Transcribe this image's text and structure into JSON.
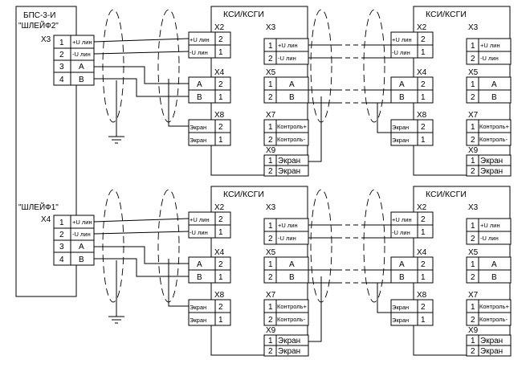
{
  "bps": {
    "title_line1": "БПС-3-И",
    "title_line2": "\"ШЛЕЙФ2\"",
    "loop1_title": "\"ШЛЕЙФ1\"",
    "x3": "X3",
    "x4": "X4",
    "pins": [
      {
        "num": "1",
        "label": "+U лин"
      },
      {
        "num": "2",
        "label": "-U лин"
      },
      {
        "num": "3",
        "label": "A"
      },
      {
        "num": "4",
        "label": "B"
      }
    ]
  },
  "ksi": {
    "title": "КСИ/КСГИ",
    "x2": "X2",
    "x3": "X3",
    "x4": "X4",
    "x5": "X5",
    "x7": "X7",
    "x8": "X8",
    "x9": "X9",
    "x2_rows": [
      {
        "label": "+U лин",
        "num": "2"
      },
      {
        "label": "-U лин",
        "num": "1"
      }
    ],
    "x4_rows": [
      {
        "label": "A",
        "num": "2"
      },
      {
        "label": "B",
        "num": "1"
      }
    ],
    "x8_rows": [
      {
        "label": "Экран",
        "num": "2"
      },
      {
        "label": "Экран",
        "num": "1"
      }
    ],
    "x3_rows": [
      {
        "num": "1",
        "label": "+U лин"
      },
      {
        "num": "2",
        "label": "-U лин"
      }
    ],
    "x5_rows": [
      {
        "num": "1",
        "label": "A"
      },
      {
        "num": "2",
        "label": "B"
      }
    ],
    "x7_rows": [
      {
        "num": "1",
        "label": "Контроль+"
      },
      {
        "num": "2",
        "label": "Контроль-"
      }
    ],
    "x9_rows": [
      {
        "num": "1",
        "label": "Экран"
      },
      {
        "num": "2",
        "label": "Экран"
      }
    ]
  }
}
